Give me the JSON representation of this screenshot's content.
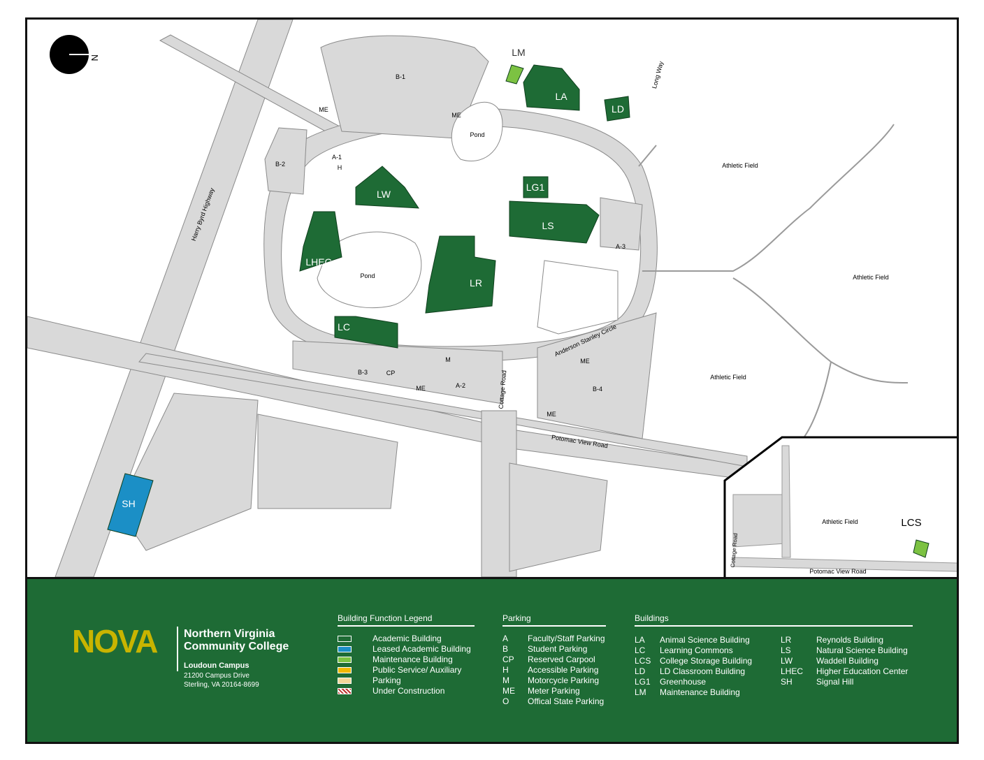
{
  "colors": {
    "academic": "#1e6b35",
    "leased": "#1b8fc6",
    "maintenance": "#7cc242",
    "road": "#d9d9d9",
    "footer": "#1e6b35",
    "nova_gold": "#c8b400"
  },
  "compass": {
    "letter": "N"
  },
  "buildings": [
    {
      "code": "LM",
      "label": "LM"
    },
    {
      "code": "LA",
      "label": "LA"
    },
    {
      "code": "LD",
      "label": "LD"
    },
    {
      "code": "LW",
      "label": "LW"
    },
    {
      "code": "LG1",
      "label": "LG1"
    },
    {
      "code": "LS",
      "label": "LS"
    },
    {
      "code": "LHEC",
      "label": "LHEC"
    },
    {
      "code": "LR",
      "label": "LR"
    },
    {
      "code": "LC",
      "label": "LC"
    },
    {
      "code": "SH",
      "label": "SH"
    },
    {
      "code": "LCS",
      "label": "LCS"
    }
  ],
  "map_labels": {
    "pond1": "Pond",
    "pond2": "Pond",
    "athletic1": "Athletic Field",
    "athletic2": "Athletic Field",
    "athletic3": "Athletic Field",
    "athletic_inset": "Athletic Field",
    "harry_byrd": "Harry Byrd Highway",
    "potomac": "Potomac View Road",
    "potomac_inset": "Potomac View Road",
    "cottage": "Cottage Road",
    "cottage_inset": "Cottage Road",
    "long_way": "Long Way",
    "anderson": "Anderson Stanley Circle",
    "b1": "B-1",
    "b2": "B-2",
    "b3": "B-3",
    "b4": "B-4",
    "a1": "A-1",
    "a2": "A-2",
    "a3": "A-3",
    "me": "ME",
    "h": "H",
    "cp": "CP",
    "m": "M"
  },
  "footer": {
    "logo": "NOVA",
    "college_line1": "Northern Virginia",
    "college_line2": "Community College",
    "campus": "Loudoun Campus",
    "address1": "21200 Campus Drive",
    "address2": "Sterling, VA 20164-8699",
    "legend_title": "Building Function Legend",
    "legend": [
      {
        "label": "Academic Building",
        "color": "#1e6b35"
      },
      {
        "label": "Leased Academic Building",
        "color": "#1b8fc6"
      },
      {
        "label": "Maintenance Building",
        "color": "#7cc242"
      },
      {
        "label": "Public Service/ Auxiliary",
        "color": "#f2b800"
      },
      {
        "label": "Parking",
        "color": "#f3d79a"
      },
      {
        "label": "Under Construction",
        "color": "#b9332e"
      }
    ],
    "parking_title": "Parking",
    "parking": [
      {
        "code": "A",
        "label": "Faculty/Staff Parking"
      },
      {
        "code": "B",
        "label": "Student Parking"
      },
      {
        "code": "CP",
        "label": "Reserved Carpool"
      },
      {
        "code": "H",
        "label": "Accessible Parking"
      },
      {
        "code": "M",
        "label": "Motorcycle Parking"
      },
      {
        "code": "ME",
        "label": "Meter Parking"
      },
      {
        "code": "O",
        "label": "Offical State Parking"
      }
    ],
    "buildings_title": "Buildings",
    "buildings_col1": [
      {
        "code": "LA",
        "label": "Animal Science Building"
      },
      {
        "code": "LC",
        "label": "Learning Commons"
      },
      {
        "code": "LCS",
        "label": "College Storage Building"
      },
      {
        "code": "LD",
        "label": "LD Classroom Building"
      },
      {
        "code": "LG1",
        "label": "Greenhouse"
      },
      {
        "code": "LM",
        "label": "Maintenance Building"
      }
    ],
    "buildings_col2": [
      {
        "code": "LR",
        "label": "Reynolds Building"
      },
      {
        "code": "LS",
        "label": "Natural Science Building"
      },
      {
        "code": "LW",
        "label": "Waddell Building"
      },
      {
        "code": "LHEC",
        "label": "Higher Education Center"
      },
      {
        "code": "SH",
        "label": "Signal Hill"
      }
    ]
  }
}
